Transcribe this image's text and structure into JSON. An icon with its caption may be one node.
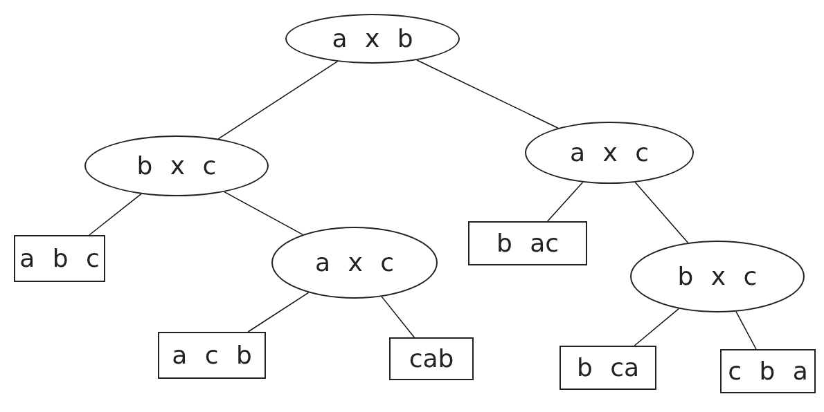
{
  "diagram": {
    "nodes": [
      {
        "text": [
          "a x b"
        ]
      },
      {
        "text": [
          "b x c"
        ]
      },
      {
        "text": [
          "a x c"
        ]
      },
      {
        "text": [
          "a b c"
        ]
      },
      {
        "text": [
          "a x c"
        ]
      },
      {
        "text": [
          "b ac"
        ]
      },
      {
        "text": [
          "b x c"
        ]
      },
      {
        "text": [
          "a c b"
        ]
      },
      {
        "text": [
          "cab"
        ]
      },
      {
        "text": [
          "b ca"
        ]
      },
      {
        "text": [
          "c b a"
        ]
      }
    ],
    "edges": [
      {
        "from": 0,
        "to": 1,
        "arrow": "none"
      },
      {
        "from": 0,
        "to": 2,
        "arrow": "none"
      },
      {
        "from": 1,
        "to": 3,
        "arrow": "none"
      },
      {
        "from": 1,
        "to": 4,
        "arrow": "none"
      },
      {
        "from": 2,
        "to": 5,
        "arrow": "none"
      },
      {
        "from": 2,
        "to": 6,
        "arrow": "none"
      },
      {
        "from": 4,
        "to": 7,
        "arrow": "none"
      },
      {
        "from": 4,
        "to": 8,
        "arrow": "none"
      },
      {
        "from": 6,
        "to": 9,
        "arrow": "none"
      },
      {
        "from": 6,
        "to": 10,
        "arrow": "none"
      }
    ]
  }
}
